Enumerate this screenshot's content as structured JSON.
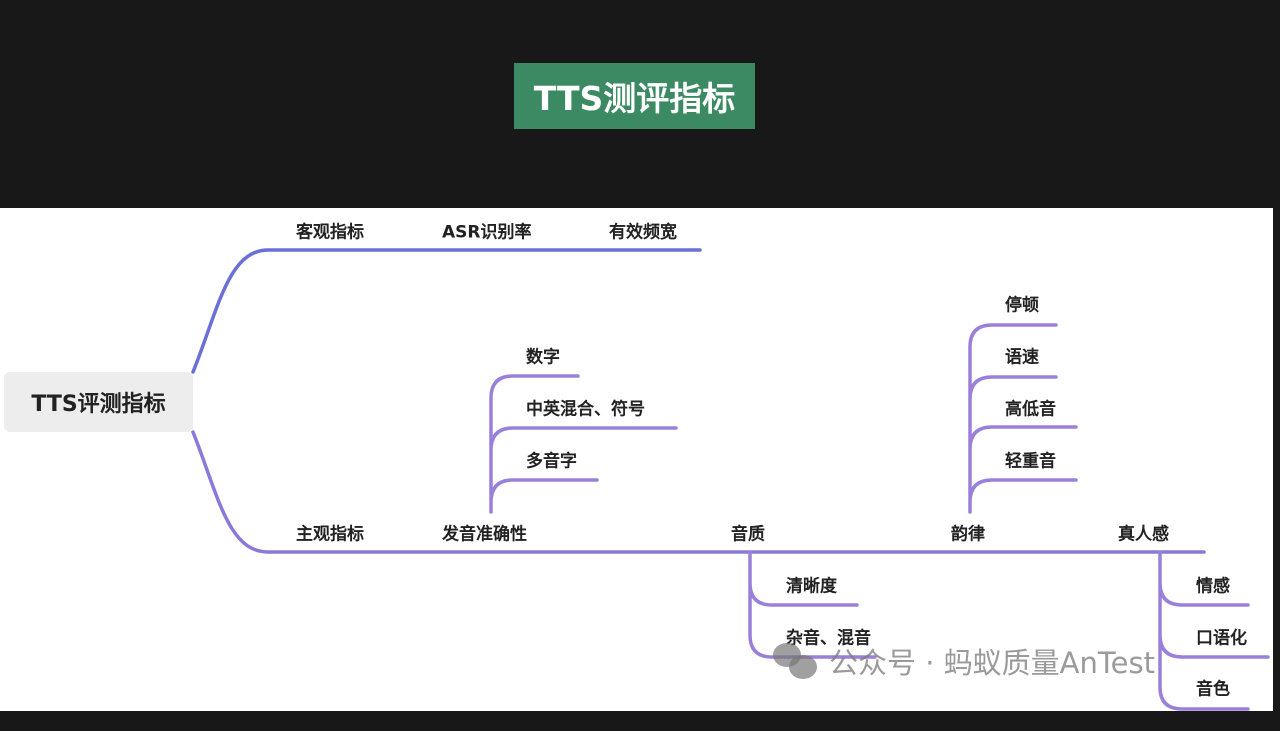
{
  "title": "TTS测评指标",
  "root": "TTS评测指标",
  "objective": {
    "label": "客观指标",
    "items": [
      "ASR识别率",
      "有效频宽"
    ]
  },
  "subjective": {
    "label": "主观指标",
    "pronunciation": {
      "label": "发音准确性",
      "children": [
        "数字",
        "中英混合、符号",
        "多音字"
      ]
    },
    "quality": {
      "label": "音质",
      "children": [
        "清晰度",
        "杂音、混音"
      ]
    },
    "prosody": {
      "label": "韵律",
      "children": [
        "停顿",
        "语速",
        "高低音",
        "轻重音"
      ]
    },
    "realism": {
      "label": "真人感",
      "children": [
        "情感",
        "口语化",
        "音色"
      ]
    }
  },
  "watermark": "公众号 · 蚂蚁质量AnTest",
  "colors": {
    "title_bg": "#3b8a63",
    "branch_top": "#6a70d8",
    "branch_bottom": "#8c78d8"
  }
}
